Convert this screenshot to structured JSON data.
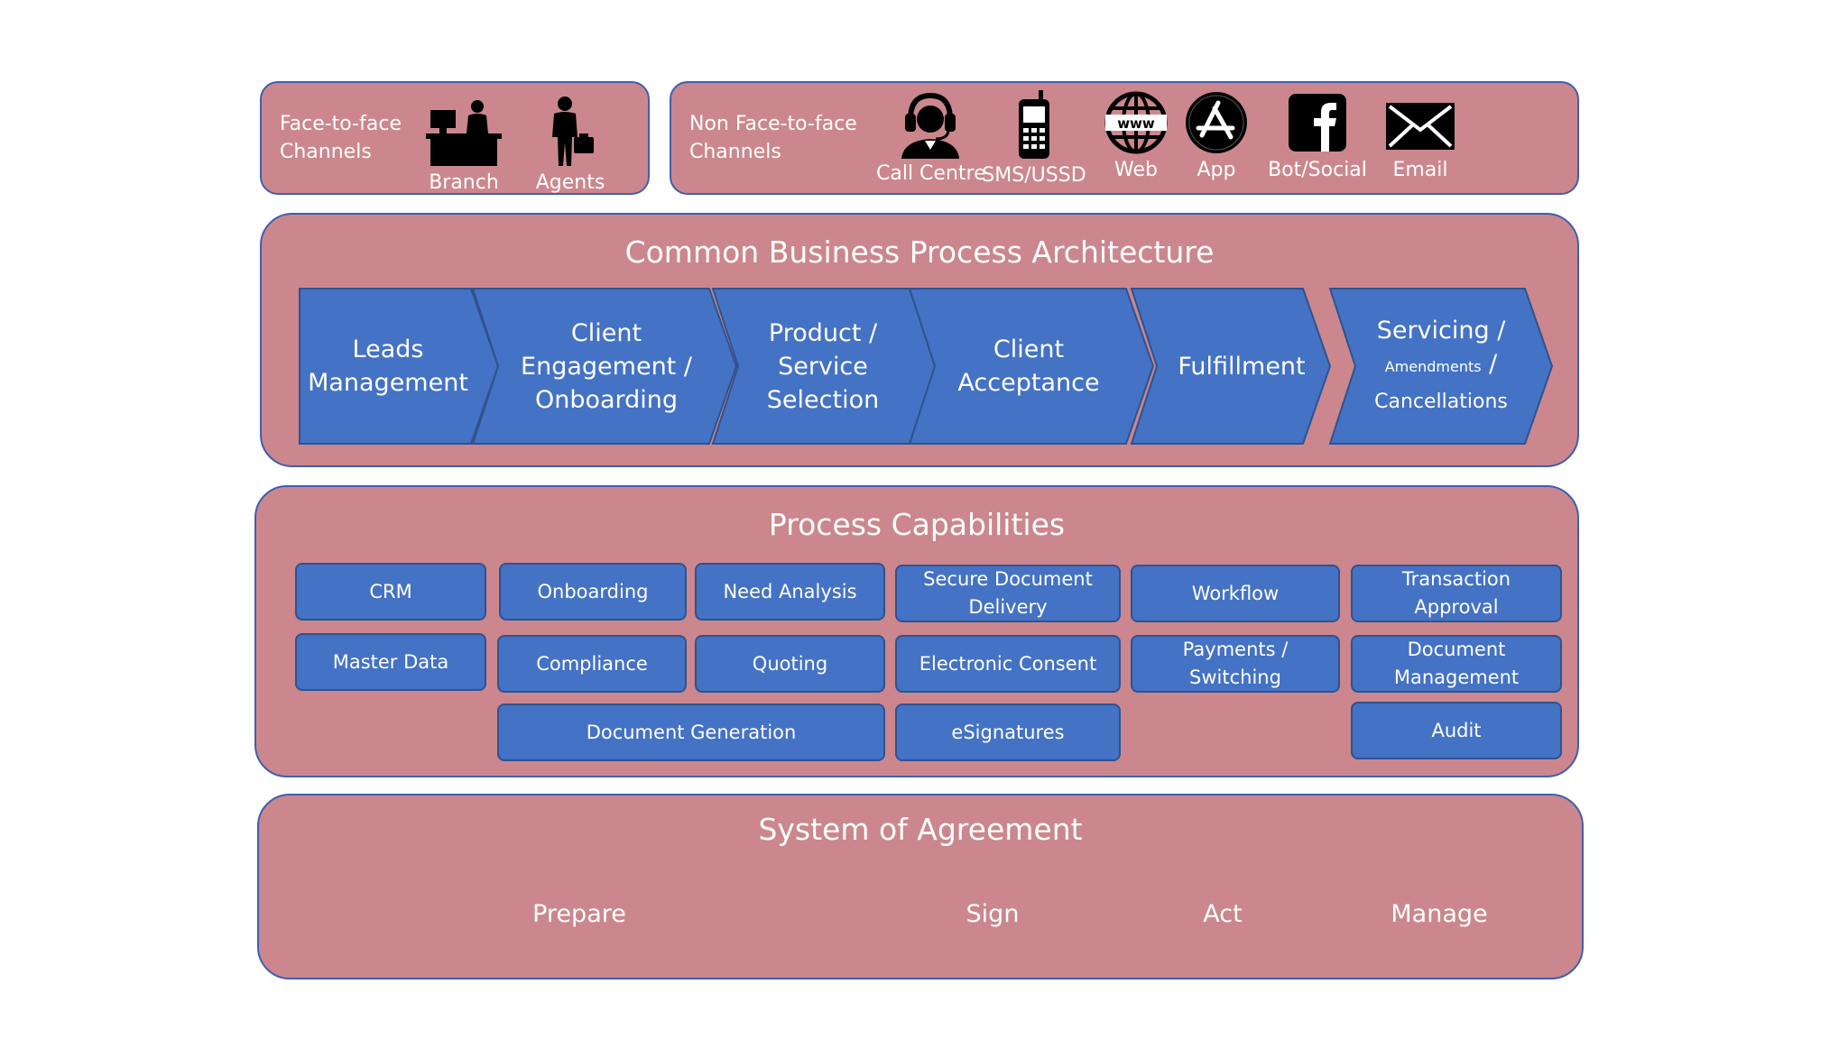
{
  "face_to_face": {
    "label": "Face-to-face Channels",
    "channels": [
      {
        "label": "Branch",
        "icon": "branch-desk-icon"
      },
      {
        "label": "Agents",
        "icon": "agent-person-icon"
      }
    ]
  },
  "non_face_to_face": {
    "label": "Non Face-to-face Channels",
    "channels": [
      {
        "label": "Call Centre",
        "icon": "headset-operator-icon"
      },
      {
        "label": "SMS/USSD",
        "icon": "mobile-phone-icon"
      },
      {
        "label": "Web",
        "icon": "globe-www-icon"
      },
      {
        "label": "App",
        "icon": "app-store-icon"
      },
      {
        "label": "Bot/Social",
        "icon": "facebook-icon"
      },
      {
        "label": "Email",
        "icon": "envelope-icon"
      }
    ]
  },
  "business_process": {
    "title": "Common Business Process Architecture",
    "steps": [
      {
        "line1": "Leads",
        "line2": "Management",
        "line3": ""
      },
      {
        "line1": "Client",
        "line2": "Engagement /",
        "line3": "Onboarding"
      },
      {
        "line1": "Product /",
        "line2": "Service",
        "line3": "Selection"
      },
      {
        "line1": "Client",
        "line2": "Acceptance",
        "line3": ""
      },
      {
        "line1": "Fulfillment",
        "line2": "",
        "line3": ""
      },
      {
        "line1": "Servicing /",
        "line2_small": "Amendments",
        "line2_suffix": " /",
        "line3": "Cancellations"
      }
    ]
  },
  "capabilities": {
    "title": "Process Capabilities",
    "items": [
      {
        "label": "CRM"
      },
      {
        "label": "Onboarding"
      },
      {
        "label": "Need Analysis"
      },
      {
        "label": "Secure Document Delivery"
      },
      {
        "label": "Workflow"
      },
      {
        "label": "Transaction Approval"
      },
      {
        "label": "Master Data"
      },
      {
        "label": "Compliance"
      },
      {
        "label": "Quoting"
      },
      {
        "label": "Electronic Consent"
      },
      {
        "label": "Payments / Switching"
      },
      {
        "label": "Document Management"
      },
      {
        "label": "Document Generation"
      },
      {
        "label": "eSignatures"
      },
      {
        "label": "Audit"
      }
    ]
  },
  "agreement": {
    "title": "System of Agreement",
    "steps": [
      {
        "label": "Prepare"
      },
      {
        "label": "Sign"
      },
      {
        "label": "Act"
      },
      {
        "label": "Manage"
      }
    ]
  },
  "colors": {
    "panel": "#cb878d",
    "panel_border": "#3f5fb0",
    "block": "#4472c4",
    "block_border": "#2f528f",
    "text": "#ffffff"
  }
}
